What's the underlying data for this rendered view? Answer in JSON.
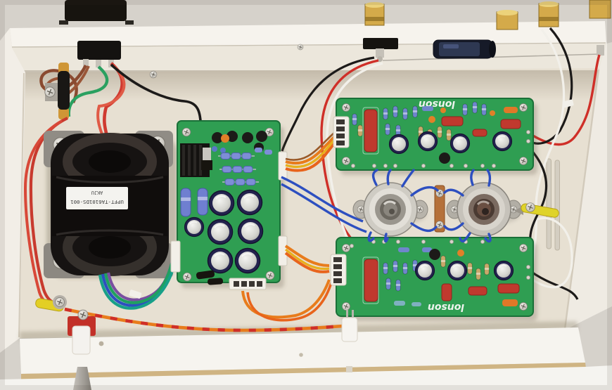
{
  "labels": {
    "pcb_brand": "lonson",
    "transformer_label_line1": "UPFT-TA6101DS-001",
    "transformer_label_line2": "AKJU"
  },
  "colors": {
    "background": "#d6d2cb",
    "chassis_white": "#f4f1ea",
    "floor_cream": "#e7e0d2",
    "pcb_green": "#2f9e52",
    "pcb_edge": "#1a7038",
    "resistor_blue": "#7d8ed6",
    "capacitor_sleeve_navy": "#23224e",
    "capacitor_top_silver": "#d7d7d4",
    "film_cap_red": "#c0392e",
    "rca_gold": "#d4aa4a",
    "transformer_black": "#161312",
    "label_white": "#f4f3ef",
    "wire_orange": "#e87c1c",
    "wire_red": "#cf2f28",
    "wire_blue": "#2d4fc0",
    "wire_green": "#20a060",
    "wire_purple": "#7a4fa0",
    "wire_teal": "#18a088",
    "wire_black": "#1c1a19",
    "wire_white": "#f2f0ea",
    "wire_yellow": "#e3cf25",
    "wire_brown": "#8a4a30",
    "fuse_amber": "#cf9636",
    "terminal_copper": "#b5713a"
  }
}
